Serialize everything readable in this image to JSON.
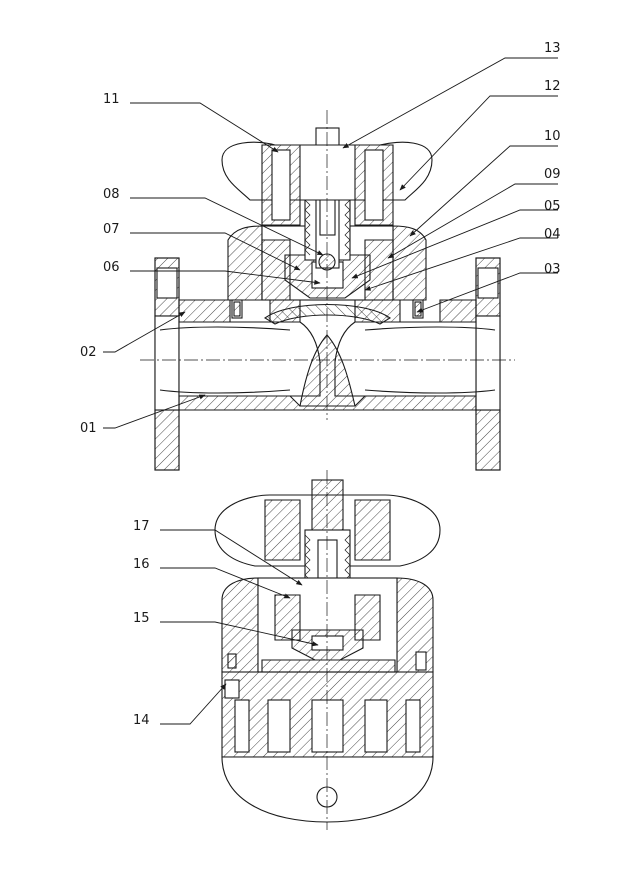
{
  "labels": [
    {
      "id": "13",
      "text": "13"
    },
    {
      "id": "12",
      "text": "12"
    },
    {
      "id": "11",
      "text": "11"
    },
    {
      "id": "10",
      "text": "10"
    },
    {
      "id": "09",
      "text": "09"
    },
    {
      "id": "08",
      "text": "08"
    },
    {
      "id": "05",
      "text": "05"
    },
    {
      "id": "07",
      "text": "07"
    },
    {
      "id": "04",
      "text": "04"
    },
    {
      "id": "06",
      "text": "06"
    },
    {
      "id": "03",
      "text": "03"
    },
    {
      "id": "02",
      "text": "02"
    },
    {
      "id": "01",
      "text": "01"
    },
    {
      "id": "17",
      "text": "17"
    },
    {
      "id": "16",
      "text": "16"
    },
    {
      "id": "15",
      "text": "15"
    },
    {
      "id": "14",
      "text": "14"
    }
  ]
}
